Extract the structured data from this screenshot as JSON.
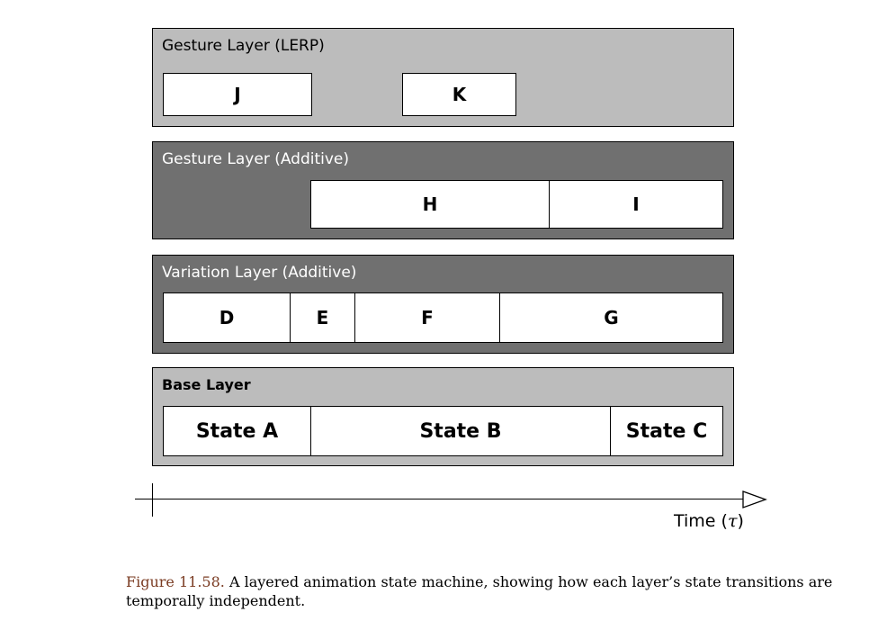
{
  "layers": {
    "gesture_lerp": {
      "title": "Gesture Layer (LERP)",
      "blocks": [
        "J",
        "K"
      ]
    },
    "gesture_additive": {
      "title": "Gesture Layer (Additive)",
      "blocks": [
        "H",
        "I"
      ]
    },
    "variation": {
      "title": "Variation Layer (Additive)",
      "blocks": [
        "D",
        "E",
        "F",
        "G"
      ]
    },
    "base": {
      "title": "Base Layer",
      "blocks": [
        "State A",
        "State B",
        "State C"
      ]
    }
  },
  "axis": {
    "label": "Time (",
    "symbol": "τ",
    "close": ")"
  },
  "caption": {
    "figure_label": "Figure 11.58.",
    "text": "A layered animation state machine, showing how each layer’s state transitions are temporally independent."
  },
  "colors": {
    "light_layer": "#bcbcbc",
    "dark_layer": "#707070",
    "figure_label": "#7a3b22"
  }
}
